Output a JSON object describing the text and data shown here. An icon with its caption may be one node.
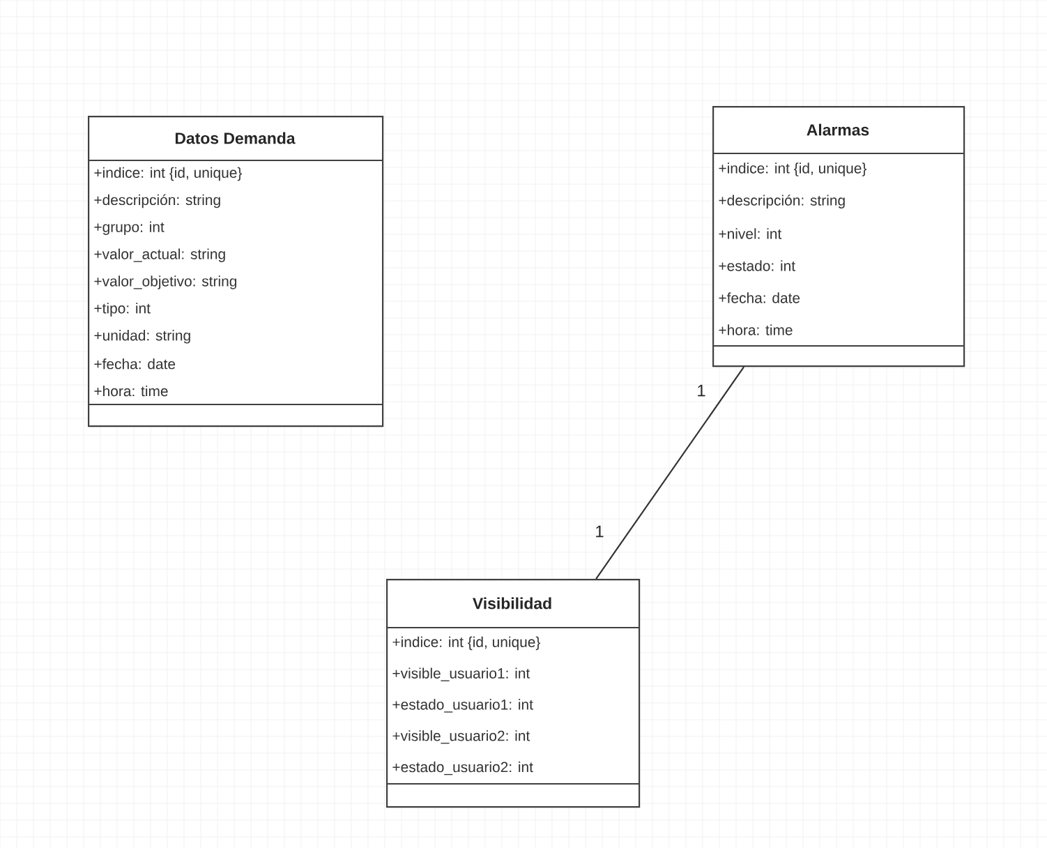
{
  "diagram": {
    "nodes": [
      {
        "text": [
          "Datos Demanda",
          "+indice: int {id, unique}",
          "+descripción: string",
          "+grupo: int",
          "+valor_actual: string",
          "+valor_objetivo: string",
          "+tipo: int",
          "+unidad: string",
          "+fecha: date",
          "+hora: time"
        ]
      },
      {
        "text": [
          "Alarmas",
          "+indice: int {id, unique}",
          "+descripción: string",
          "+nivel: int",
          "+estado: int",
          "+fecha: date",
          "+hora: time"
        ]
      },
      {
        "text": [
          "Visibilidad",
          "+indice: int {id, unique}",
          "+visible_usuario1: int",
          "+estado_usuario1: int",
          "+visible_usuario2: int",
          "+estado_usuario2: int"
        ]
      }
    ],
    "edges": [
      {
        "from": 1,
        "to": 2,
        "arrow": "none"
      }
    ],
    "labels": [
      "1",
      "1"
    ]
  }
}
